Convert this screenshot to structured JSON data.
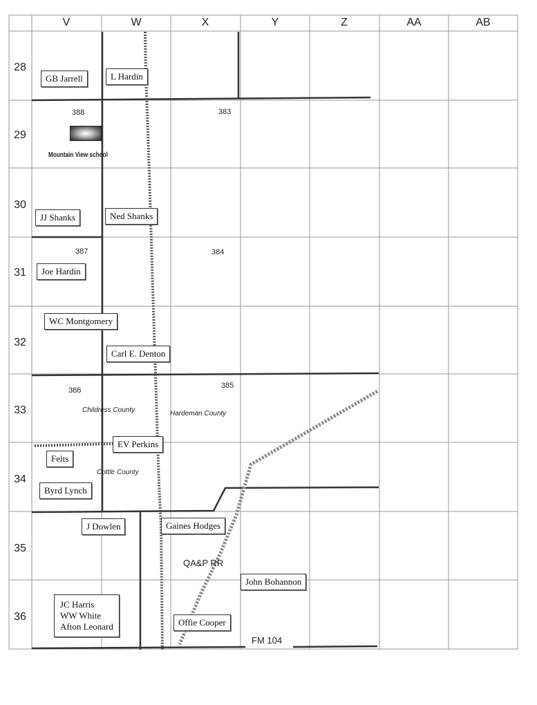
{
  "columns": [
    "V",
    "W",
    "X",
    "Y",
    "Z",
    "AA",
    "AB"
  ],
  "rows": [
    "28",
    "29",
    "30",
    "31",
    "32",
    "33",
    "34",
    "35",
    "36"
  ],
  "sections": [
    "388",
    "383",
    "387",
    "384",
    "386",
    "385"
  ],
  "owners": {
    "gb_jarrell": "GB Jarrell",
    "l_hardin": "L Hardin",
    "jj_shanks": "JJ Shanks",
    "ned_shanks": "Ned Shanks",
    "joe_hardin": "Joe Hardin",
    "wc_montgomery": "WC Montgomery",
    "carl_denton": "Carl E. Denton",
    "ev_perkins": "EV Perkins",
    "felts": "Felts",
    "byrd_lynch": "Byrd Lynch",
    "j_dowlen": "J Dowlen",
    "gaines_hodges": "Gaines Hodges",
    "john_bohannon": "John Bohannon",
    "jc_harris_group": "JC Harris\nWW White\nAfton Leonard",
    "offie_cooper": "Offie Cooper"
  },
  "counties": {
    "childress": "Childress County",
    "hardeman": "Hardeman County",
    "cottle": "Cottle County"
  },
  "landmarks": {
    "school": "Mountain View school",
    "railroad": "QA&P RR",
    "highway": "FM 104"
  },
  "colors": {
    "grid": "#9a9a9a",
    "boundary": "#333333",
    "railroad": "#8c8c8c"
  }
}
